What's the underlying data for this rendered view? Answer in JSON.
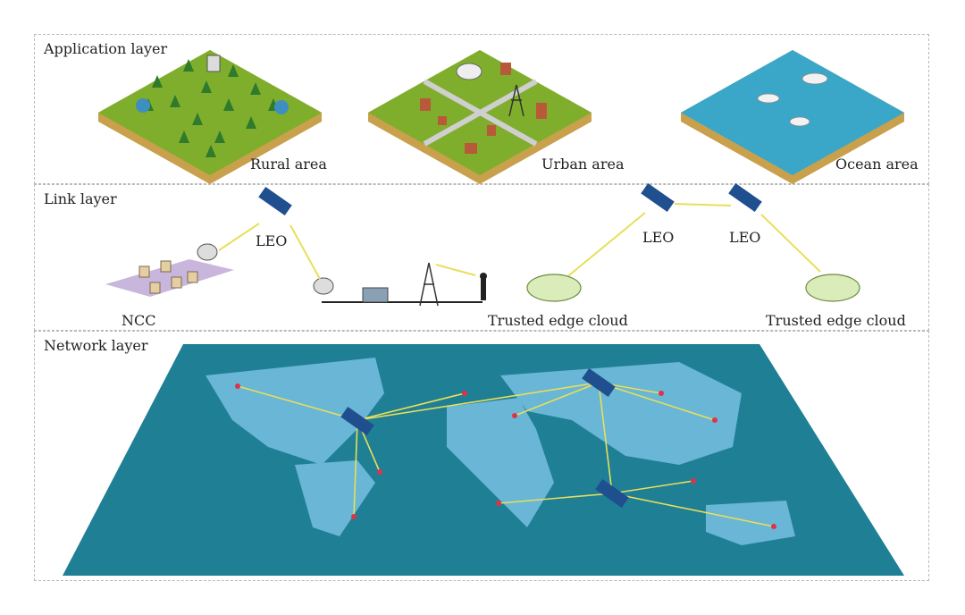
{
  "layers": {
    "application": {
      "title": "Application layer",
      "areas": [
        {
          "label": "Rural area"
        },
        {
          "label": "Urban area"
        },
        {
          "label": "Ocean area"
        }
      ]
    },
    "link": {
      "title": "Link layer",
      "labels": {
        "leo_1": "LEO",
        "leo_2": "LEO",
        "leo_3": "LEO",
        "ncc": "NCC",
        "edge_cloud_1": "Trusted edge cloud",
        "edge_cloud_2": "Trusted edge cloud"
      }
    },
    "network": {
      "title": "Network layer"
    }
  },
  "colors": {
    "grass": "#7fae2c",
    "soil": "#c9a04c",
    "ocean_tile": "#3aa7c9",
    "map_ocean": "#1f7f95",
    "map_land": "#69b6d6",
    "satellite": "#1f4f8f",
    "link_line": "#e8df5a",
    "ground_node": "#e0314a"
  }
}
